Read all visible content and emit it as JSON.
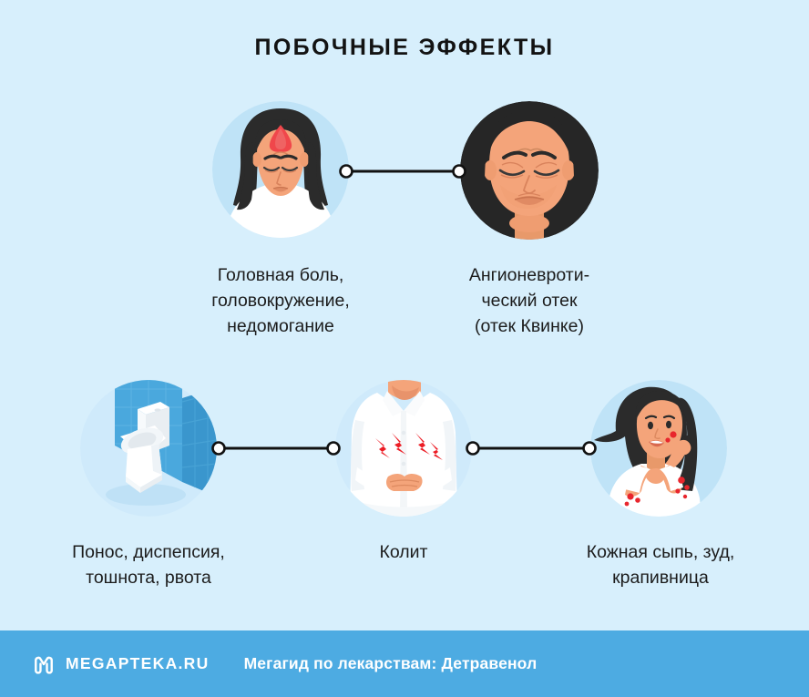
{
  "page": {
    "title": "ПОБОЧНЫЕ ЭФФЕКТЫ",
    "background_color": "#d7effc",
    "text_color": "#1c1c1c"
  },
  "nodes": [
    {
      "id": "headache",
      "icon": "woman-headache-illustration",
      "caption": "Головная боль,\nголовокружение,\nнедомогание",
      "circle_color": "#bfe3f7"
    },
    {
      "id": "angioedema",
      "icon": "swollen-face-illustration",
      "caption": "Ангионевроти-\nческий отек\n(отек Квинке)",
      "circle_color": "#262626"
    },
    {
      "id": "diarrhea",
      "icon": "toilet-illustration",
      "caption": "Понос, диспепсия,\nтошнота, рвота",
      "circle_color": "#cfeafb"
    },
    {
      "id": "colitis",
      "icon": "stomach-pain-illustration",
      "caption": "Колит",
      "circle_color": "#cfeafb"
    },
    {
      "id": "rash",
      "icon": "skin-rash-illustration",
      "caption": "Кожная сыпь, зуд,\nкрапивница",
      "circle_color": "#bfe3f7"
    }
  ],
  "connectors": [
    {
      "id": "headache-to-angioedema",
      "icon": "connector-line"
    },
    {
      "id": "diarrhea-to-colitis",
      "icon": "connector-line"
    },
    {
      "id": "colitis-to-rash",
      "icon": "connector-line"
    }
  ],
  "footer": {
    "background_color": "#4dabe2",
    "logo_icon": "megapteka-m-logo-icon",
    "brand": "MEGAPTEKA.RU",
    "tagline": "Мегагид по лекарствам: Детравенол"
  }
}
